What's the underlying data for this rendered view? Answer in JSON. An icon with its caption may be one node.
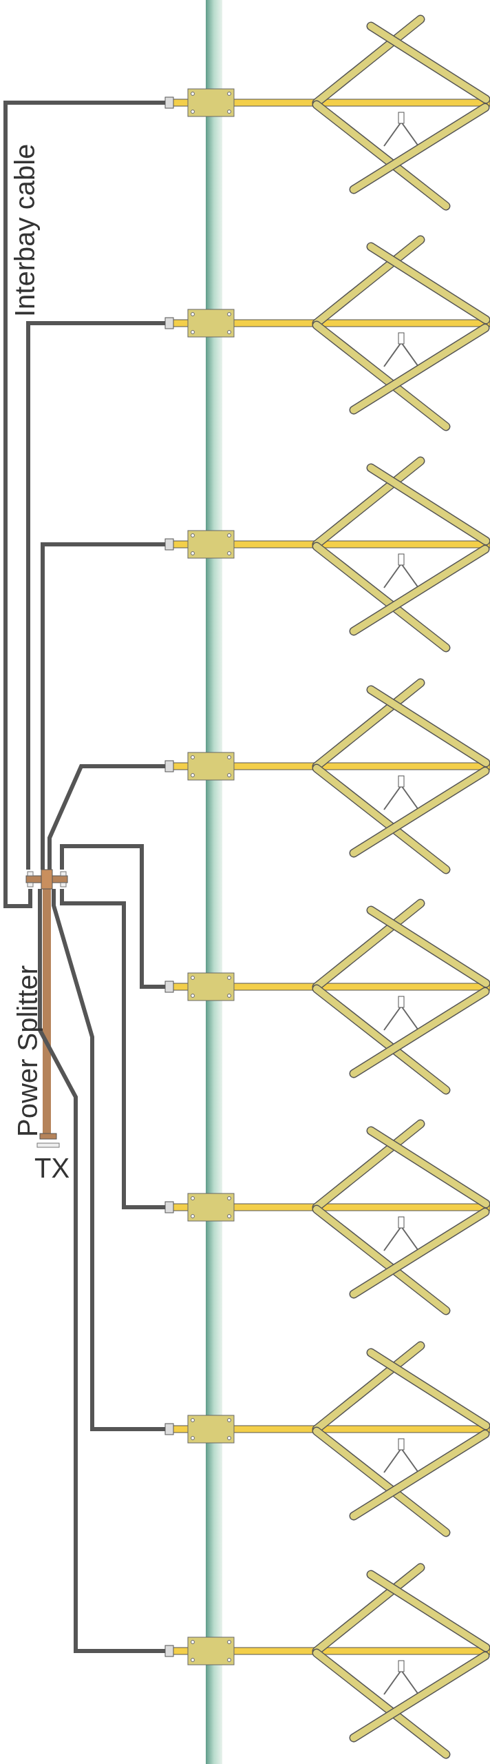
{
  "diagram": {
    "nodes": [
      {
        "text": [
          "Power Splitter"
        ]
      },
      {
        "text": [
          "TX"
        ]
      },
      {
        "text": [],
        "shape": "picture"
      },
      {
        "text": [],
        "shape": "picture"
      },
      {
        "text": [],
        "shape": "picture"
      },
      {
        "text": [],
        "shape": "picture"
      },
      {
        "text": [],
        "shape": "picture"
      },
      {
        "text": [],
        "shape": "picture"
      },
      {
        "text": [],
        "shape": "picture"
      },
      {
        "text": [],
        "shape": "picture"
      },
      {
        "text": [],
        "shape": "bar"
      }
    ],
    "edges": [
      {
        "from": 1,
        "to": 0,
        "arrow": "none",
        "style": "thick",
        "color": "#b5835a"
      },
      {
        "from": 0,
        "to": 2,
        "arrow": "none"
      },
      {
        "from": 0,
        "to": 3,
        "arrow": "none"
      },
      {
        "from": 0,
        "to": 4,
        "arrow": "none"
      },
      {
        "from": 0,
        "to": 5,
        "arrow": "none"
      },
      {
        "from": 0,
        "to": 6,
        "arrow": "none"
      },
      {
        "from": 0,
        "to": 7,
        "arrow": "none"
      },
      {
        "from": 0,
        "to": 8,
        "arrow": "none"
      },
      {
        "from": 0,
        "to": 9,
        "arrow": "none"
      }
    ],
    "labels": [
      "Interbay cable"
    ]
  }
}
